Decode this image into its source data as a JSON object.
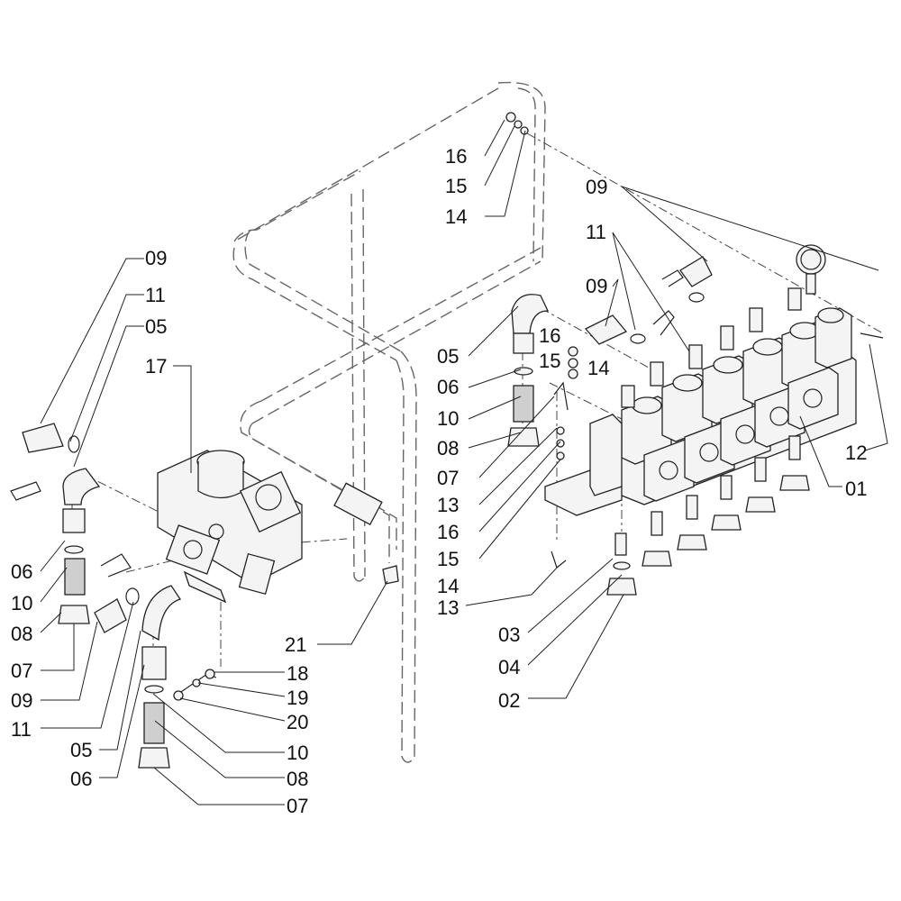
{
  "colors": {
    "ink": "#111111",
    "frame": "#666666",
    "part_fill": "#f4f4f4",
    "part_shade": "#cfcfcf"
  },
  "callouts": [
    {
      "id": "c1",
      "label": "16"
    },
    {
      "id": "c2",
      "label": "15"
    },
    {
      "id": "c3",
      "label": "14"
    },
    {
      "id": "c4",
      "label": "09"
    },
    {
      "id": "c5",
      "label": "11"
    },
    {
      "id": "c6",
      "label": "09"
    },
    {
      "id": "c7",
      "label": "09"
    },
    {
      "id": "c8",
      "label": "11"
    },
    {
      "id": "c9",
      "label": "05"
    },
    {
      "id": "c10",
      "label": "17"
    },
    {
      "id": "c11",
      "label": "05"
    },
    {
      "id": "c12",
      "label": "16"
    },
    {
      "id": "c13",
      "label": "15"
    },
    {
      "id": "c14",
      "label": "14"
    },
    {
      "id": "c15",
      "label": "06"
    },
    {
      "id": "c16",
      "label": "10"
    },
    {
      "id": "c17",
      "label": "08"
    },
    {
      "id": "c18",
      "label": "07"
    },
    {
      "id": "c19",
      "label": "13"
    },
    {
      "id": "c20",
      "label": "16"
    },
    {
      "id": "c21",
      "label": "15"
    },
    {
      "id": "c22",
      "label": "14"
    },
    {
      "id": "c23",
      "label": "12"
    },
    {
      "id": "c24",
      "label": "01"
    },
    {
      "id": "c25",
      "label": "13"
    },
    {
      "id": "c26",
      "label": "03"
    },
    {
      "id": "c27",
      "label": "04"
    },
    {
      "id": "c28",
      "label": "02"
    },
    {
      "id": "c29",
      "label": "06"
    },
    {
      "id": "c30",
      "label": "10"
    },
    {
      "id": "c31",
      "label": "08"
    },
    {
      "id": "c32",
      "label": "07"
    },
    {
      "id": "c33",
      "label": "09"
    },
    {
      "id": "c34",
      "label": "11"
    },
    {
      "id": "c35",
      "label": "05"
    },
    {
      "id": "c36",
      "label": "06"
    },
    {
      "id": "c37",
      "label": "21"
    },
    {
      "id": "c38",
      "label": "18"
    },
    {
      "id": "c39",
      "label": "19"
    },
    {
      "id": "c40",
      "label": "20"
    },
    {
      "id": "c41",
      "label": "10"
    },
    {
      "id": "c42",
      "label": "08"
    },
    {
      "id": "c43",
      "label": "07"
    }
  ]
}
